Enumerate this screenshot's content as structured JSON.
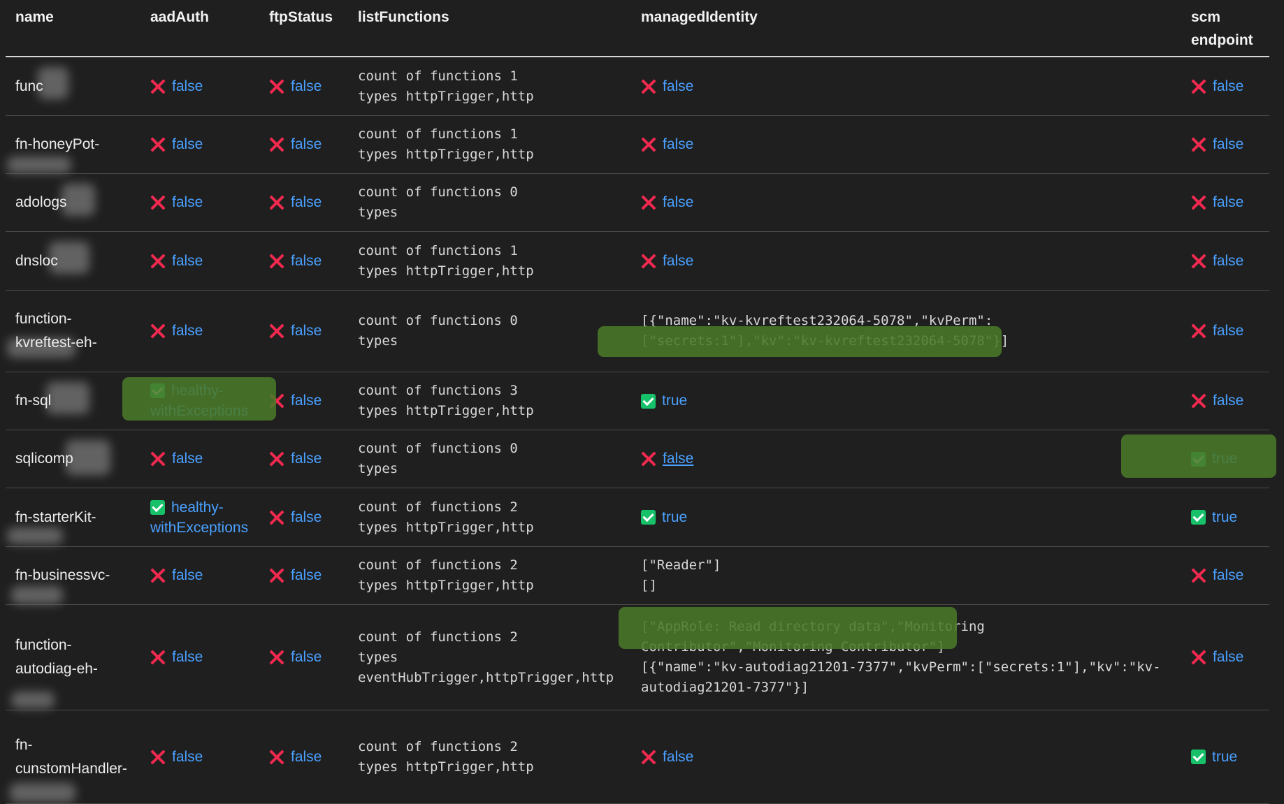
{
  "table": {
    "headers": [
      "name",
      "aadAuth",
      "ftpStatus",
      "listFunctions",
      "managedIdentity",
      "scm\nendpoint"
    ],
    "rows": [
      {
        "name": "func",
        "aad": {
          "label": "false",
          "ok": false
        },
        "ftp": {
          "label": "false",
          "ok": false
        },
        "list": "count of functions 1\ntypes httpTrigger,http",
        "mi": {
          "label": "false",
          "ok": false
        },
        "scm": {
          "label": "false",
          "ok": false
        }
      },
      {
        "name": "fn-honeyPot-",
        "aad": {
          "label": "false",
          "ok": false
        },
        "ftp": {
          "label": "false",
          "ok": false
        },
        "list": "count of functions 1\ntypes httpTrigger,http",
        "mi": {
          "label": "false",
          "ok": false
        },
        "scm": {
          "label": "false",
          "ok": false
        }
      },
      {
        "name": "adologs",
        "aad": {
          "label": "false",
          "ok": false
        },
        "ftp": {
          "label": "false",
          "ok": false
        },
        "list": "count of functions 0\ntypes",
        "mi": {
          "label": "false",
          "ok": false
        },
        "scm": {
          "label": "false",
          "ok": false
        }
      },
      {
        "name": "dnsloc",
        "aad": {
          "label": "false",
          "ok": false
        },
        "ftp": {
          "label": "false",
          "ok": false
        },
        "list": "count of functions 1\ntypes httpTrigger,http",
        "mi": {
          "label": "false",
          "ok": false
        },
        "scm": {
          "label": "false",
          "ok": false
        }
      },
      {
        "name": "function-\nkvreftest-eh-",
        "aad": {
          "label": "false",
          "ok": false
        },
        "ftp": {
          "label": "false",
          "ok": false
        },
        "list": "count of functions 0\ntypes",
        "mi_text": "[{\"name\":\"kv-kvreftest232064-5078\",\"kvPerm\":\n[\"secrets:1\"],\"kv\":\"kv-kvreftest232064-5078\"}]",
        "scm": {
          "label": "false",
          "ok": false
        }
      },
      {
        "name": "fn-sql",
        "aad": {
          "label": "healthy-\nwithExceptions",
          "ok": true
        },
        "ftp": {
          "label": "false",
          "ok": false
        },
        "list": "count of functions 3\ntypes httpTrigger,http",
        "mi": {
          "label": "true",
          "ok": true
        },
        "scm": {
          "label": "false",
          "ok": false
        }
      },
      {
        "name": "sqlicomp",
        "aad": {
          "label": "false",
          "ok": false
        },
        "ftp": {
          "label": "false",
          "ok": false
        },
        "list": "count of functions 0\ntypes",
        "mi": {
          "label": "false",
          "ok": false
        },
        "scm": {
          "label": "true",
          "ok": true
        }
      },
      {
        "name": "fn-starterKit-",
        "aad": {
          "label": "healthy-\nwithExceptions",
          "ok": true
        },
        "ftp": {
          "label": "false",
          "ok": false
        },
        "list": "count of functions 2\ntypes httpTrigger,http",
        "mi": {
          "label": "true",
          "ok": true
        },
        "scm": {
          "label": "true",
          "ok": true
        }
      },
      {
        "name": "fn-businessvc-",
        "aad": {
          "label": "false",
          "ok": false
        },
        "ftp": {
          "label": "false",
          "ok": false
        },
        "list": "count of functions 2\ntypes httpTrigger,http",
        "mi_text": "[\"Reader\"]\n[]",
        "scm": {
          "label": "false",
          "ok": false
        }
      },
      {
        "name": "function-\nautodiag-eh-",
        "aad": {
          "label": "false",
          "ok": false
        },
        "ftp": {
          "label": "false",
          "ok": false
        },
        "list": "count of functions 2\ntypes\neventHubTrigger,httpTrigger,http",
        "mi_text": "[\"AppRole: Read directory data\",\"Monitoring\nContributor\",\"Monitoring Contributor\"]\n[{\"name\":\"kv-autodiag21201-7377\",\"kvPerm\":[\"secrets:1\"],\"kv\":\"kv-\nautodiag21201-7377\"}]",
        "scm": {
          "label": "false",
          "ok": false
        }
      },
      {
        "name": "fn-\ncunstomHandler-",
        "aad": {
          "label": "false",
          "ok": false
        },
        "ftp": {
          "label": "false",
          "ok": false
        },
        "list": "count of functions 2\ntypes httpTrigger,http",
        "mi": {
          "label": "false",
          "ok": false
        },
        "scm": {
          "label": "true",
          "ok": true
        }
      }
    ]
  },
  "colors": {
    "background": "#1f1f1f",
    "false_icon": "#f2294f",
    "true_icon": "#17c16a",
    "value_text": "#4aa0ff",
    "highlight": "#4a7a2a"
  },
  "icons": {
    "false": "x-mark-icon",
    "true": "checkbox-checked-icon"
  }
}
